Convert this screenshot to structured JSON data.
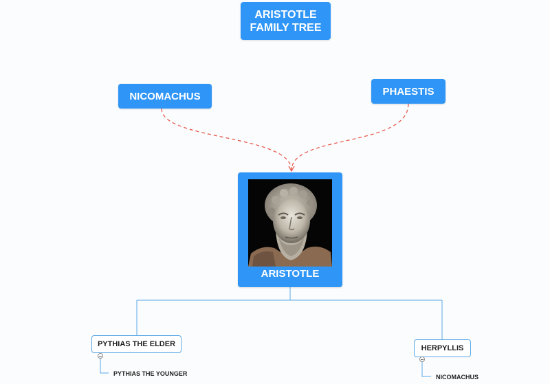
{
  "title": {
    "line1": "ARISTOTLE",
    "line2": "FAMILY TREE"
  },
  "parents": {
    "father": "NICOMACHUS",
    "mother": "PHAESTIS"
  },
  "center": {
    "name": "ARISTOTLE",
    "portrait_icon": "aristotle-bust-portrait"
  },
  "spouses": [
    {
      "name": "PYTHIAS THE ELDER",
      "child": "PYTHIAS THE YOUNGER"
    },
    {
      "name": "HERPYLLIS",
      "child": "NICOMACHUS"
    }
  ],
  "colors": {
    "node_fill": "#2f96f7",
    "parent_link": "#e85a50",
    "child_link": "#5aa8e8"
  }
}
